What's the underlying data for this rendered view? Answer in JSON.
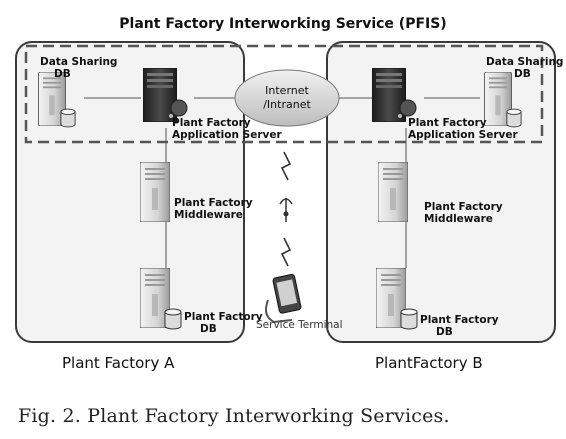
{
  "title": "Plant Factory Interworking Service (PFIS)",
  "network": {
    "line1": "Internet",
    "line2": "/Intranet"
  },
  "factory_a": {
    "name": "Plant Factory A",
    "db_sharing": {
      "line1": "Data Sharing",
      "line2": "DB"
    },
    "app_server": {
      "line1": "Plant Factory",
      "line2": "Application Server"
    },
    "middleware": {
      "line1": "Plant Factory",
      "line2": "Middleware"
    },
    "db": {
      "line1": "Plant Factory",
      "line2": "DB"
    }
  },
  "factory_b": {
    "name": "PlantFactory B",
    "db_sharing": {
      "line1": "Data Sharing",
      "line2": "DB"
    },
    "app_server": {
      "line1": "Plant Factory",
      "line2": "Application Server"
    },
    "middleware": {
      "line1": "Plant Factory",
      "line2": "Middleware"
    },
    "db": {
      "line1": "Plant Factory",
      "line2": "DB"
    }
  },
  "terminal": {
    "label": "Service Terminal"
  },
  "caption": "Fig. 2. Plant Factory Interworking Services.",
  "colors": {
    "frame": "#3a3a3a",
    "panel": "#f2f2f2",
    "device_dark": "#2b2b2b",
    "device_light": "#d9d9d9"
  }
}
